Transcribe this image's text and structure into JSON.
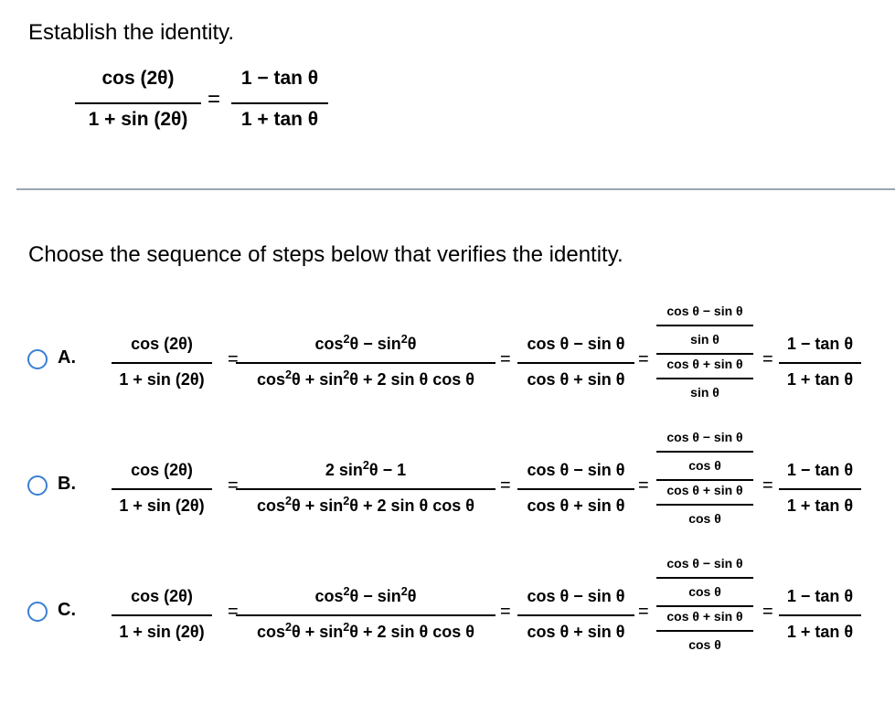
{
  "question": {
    "title": "Establish the identity.",
    "identity": {
      "lhs_num": "cos (2θ)",
      "lhs_den": "1 + sin (2θ)",
      "equals": "=",
      "rhs_num": "1 − tan θ",
      "rhs_den": "1 + tan θ"
    },
    "instruction": "Choose the sequence of steps below that verifies the identity."
  },
  "options": [
    {
      "letter": "A.",
      "s1_num": "cos (2θ)",
      "s1_den": "1 + sin (2θ)",
      "s2_num_a": "cos",
      "s2_num_b": "2",
      "s2_num_c": "θ − sin",
      "s2_num_d": "2",
      "s2_num_e": "θ",
      "s2_den_a": "cos",
      "s2_den_b": "2",
      "s2_den_c": "θ + sin",
      "s2_den_d": "2",
      "s2_den_e": "θ + 2 sin θ cos θ",
      "s3_num": "cos θ − sin θ",
      "s3_den": "cos θ + sin θ",
      "s4_num_num": "cos θ − sin θ",
      "s4_num_den": "sin θ",
      "s4_den_num": "cos θ + sin θ",
      "s4_den_den": "sin θ",
      "s5_num": "1 − tan θ",
      "s5_den": "1 + tan θ"
    },
    {
      "letter": "B.",
      "s1_num": "cos (2θ)",
      "s1_den": "1 + sin (2θ)",
      "s2_num_a": "2 sin",
      "s2_num_b": "2",
      "s2_num_c": "θ − 1",
      "s2_num_d": "",
      "s2_num_e": "",
      "s2_den_a": "cos",
      "s2_den_b": "2",
      "s2_den_c": "θ + sin",
      "s2_den_d": "2",
      "s2_den_e": "θ + 2 sin θ cos θ",
      "s3_num": "cos θ − sin θ",
      "s3_den": "cos θ + sin θ",
      "s4_num_num": "cos θ − sin θ",
      "s4_num_den": "cos θ",
      "s4_den_num": "cos θ + sin θ",
      "s4_den_den": "cos θ",
      "s5_num": "1 − tan θ",
      "s5_den": "1 + tan θ"
    },
    {
      "letter": "C.",
      "s1_num": "cos (2θ)",
      "s1_den": "1 + sin (2θ)",
      "s2_num_a": "cos",
      "s2_num_b": "2",
      "s2_num_c": "θ − sin",
      "s2_num_d": "2",
      "s2_num_e": "θ",
      "s2_den_a": "cos",
      "s2_den_b": "2",
      "s2_den_c": "θ + sin",
      "s2_den_d": "2",
      "s2_den_e": "θ + 2 sin θ cos θ",
      "s3_num": "cos θ − sin θ",
      "s3_den": "cos θ + sin θ",
      "s4_num_num": "cos θ − sin θ",
      "s4_num_den": "cos θ",
      "s4_den_num": "cos θ + sin θ",
      "s4_den_den": "cos θ",
      "s5_num": "1 − tan θ",
      "s5_den": "1 + tan θ"
    }
  ],
  "colors": {
    "radio_border": "#3a7fd4",
    "separator": "#9aa5b3"
  }
}
